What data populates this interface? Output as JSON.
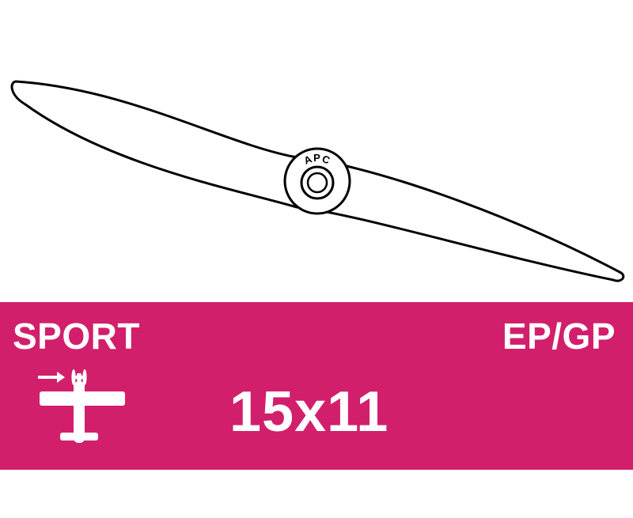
{
  "propeller": {
    "hub_label": "APC"
  },
  "band": {
    "category": "SPORT",
    "fuel_type": "EP/GP",
    "size": "15x11",
    "icon": "airplane-icon"
  },
  "colors": {
    "band": "#d21f6b",
    "outline": "#000000",
    "text": "#ffffff"
  }
}
